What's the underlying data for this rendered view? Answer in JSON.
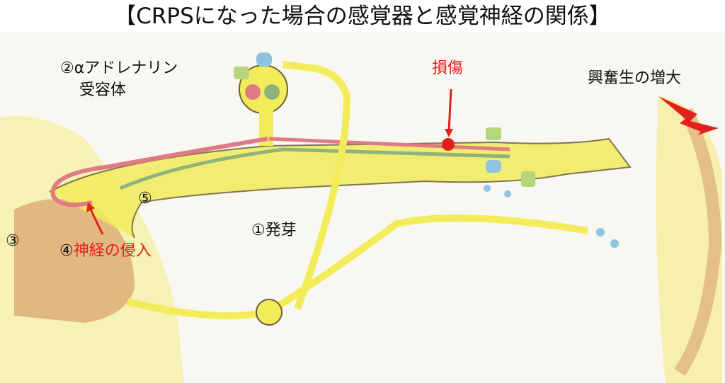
{
  "title": "【CRPSになった場合の感覚器と感覚神経の関係】",
  "labels": {
    "alpha_receptor_num": "②",
    "alpha_receptor_line1": "αアドレナリン",
    "alpha_receptor_line2": "受容体",
    "damage": "損傷",
    "excitability": "興奮生の増大",
    "five": "⑤",
    "three": "③",
    "four_num": "④",
    "four_text": "神経の侵入",
    "sprouting": "①発芽"
  },
  "colors": {
    "nerve": "#f2ec5a",
    "red_fiber": "#e07a84",
    "green_fiber": "#8fb37a",
    "tissue": "#d9a06a",
    "accent_red": "#e0201c",
    "receptor_blue": "#8fc3df",
    "receptor_green": "#b5d67a"
  }
}
